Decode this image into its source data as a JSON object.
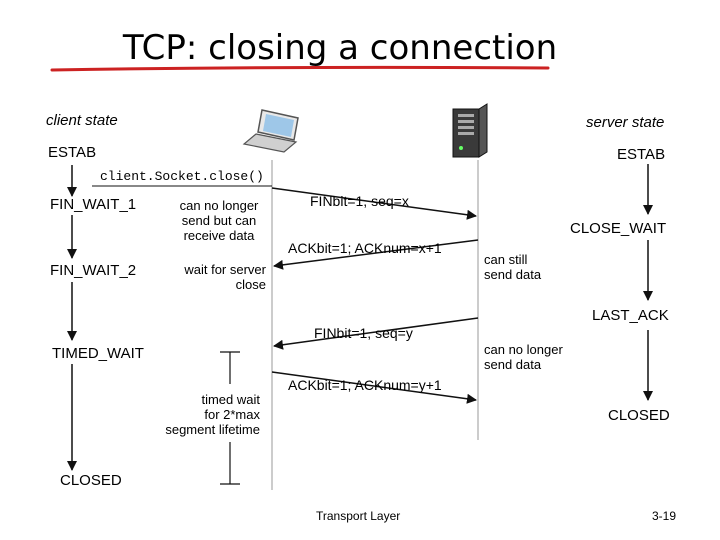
{
  "title": "TCP: closing a connection",
  "client_state_label": "client state",
  "server_state_label": "server state",
  "client": {
    "states": [
      "ESTAB",
      "FIN_WAIT_1",
      "FIN_WAIT_2",
      "TIMED_WAIT",
      "CLOSED"
    ],
    "close_call": "client.Socket.close()",
    "notes": {
      "fin_wait_1": [
        "can no longer",
        "send but can",
        "receive data"
      ],
      "fin_wait_2": [
        "wait for server",
        "close"
      ],
      "timed_wait": [
        "timed wait",
        "for 2*max",
        "segment lifetime"
      ]
    }
  },
  "server": {
    "states": [
      "ESTAB",
      "CLOSE_WAIT",
      "LAST_ACK",
      "CLOSED"
    ],
    "notes": {
      "close_wait": [
        "can still",
        "send data"
      ],
      "last_ack": [
        "can no longer",
        "send data"
      ]
    }
  },
  "messages": [
    "FINbit=1, seq=x",
    "ACKbit=1; ACKnum=x+1",
    "FINbit=1, seq=y",
    "ACKbit=1; ACKnum=y+1"
  ],
  "footer": {
    "left": "Transport Layer",
    "right": "3-19"
  },
  "colors": {
    "title_underline": "#cc2222",
    "arrow": "#111111",
    "server_icon": "#333333"
  },
  "icons": [
    "laptop-icon",
    "server-tower-icon"
  ]
}
